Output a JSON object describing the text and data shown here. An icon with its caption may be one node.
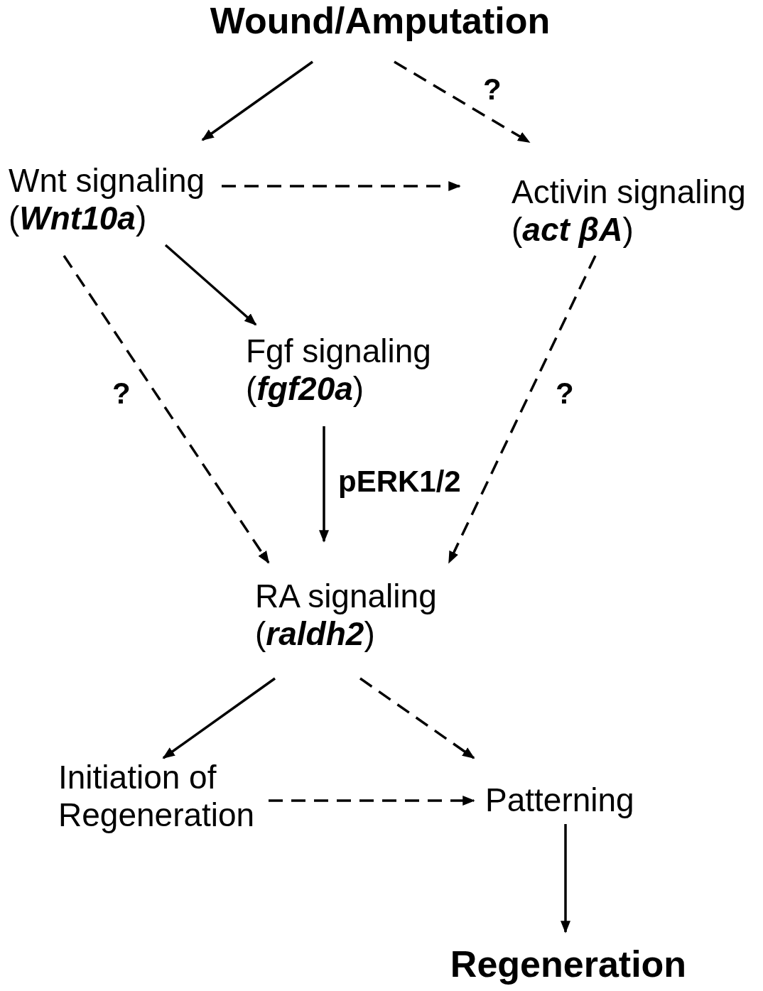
{
  "diagram": {
    "nodes": [
      {
        "text": [
          "Wound/Amputation"
        ]
      },
      {
        "text": [
          "Wnt signaling",
          "(**Wnt10a**)"
        ]
      },
      {
        "text": [
          "Activin signaling",
          "(**act βA**)"
        ]
      },
      {
        "text": [
          "Fgf signaling",
          "(**fgf20a**)"
        ]
      },
      {
        "text": [
          "RA signaling",
          "(**raldh2**)"
        ]
      },
      {
        "text": [
          "Initiation of Regeneration"
        ]
      },
      {
        "text": [
          "Patterning"
        ]
      },
      {
        "text": [
          "Regeneration"
        ]
      }
    ],
    "edges": [
      {
        "from": 0,
        "to": 1,
        "arrow": "to"
      },
      {
        "from": 0,
        "to": 2,
        "arrow": "to",
        "style": "dashed",
        "label": "?"
      },
      {
        "from": 1,
        "to": 2,
        "arrow": "to",
        "style": "dashed"
      },
      {
        "from": 1,
        "to": 3,
        "arrow": "to"
      },
      {
        "from": 1,
        "to": 4,
        "arrow": "to",
        "style": "dashed",
        "label": "?"
      },
      {
        "from": 2,
        "to": 4,
        "arrow": "to",
        "style": "dashed",
        "label": "?"
      },
      {
        "from": 3,
        "to": 4,
        "arrow": "to",
        "label": "p**ERK1/2**"
      },
      {
        "from": 4,
        "to": 5,
        "arrow": "to"
      },
      {
        "from": 4,
        "to": 6,
        "arrow": "to",
        "style": "dashed"
      },
      {
        "from": 5,
        "to": 6,
        "arrow": "to",
        "style": "dashed"
      },
      {
        "from": 6,
        "to": 7,
        "arrow": "to"
      }
    ]
  }
}
